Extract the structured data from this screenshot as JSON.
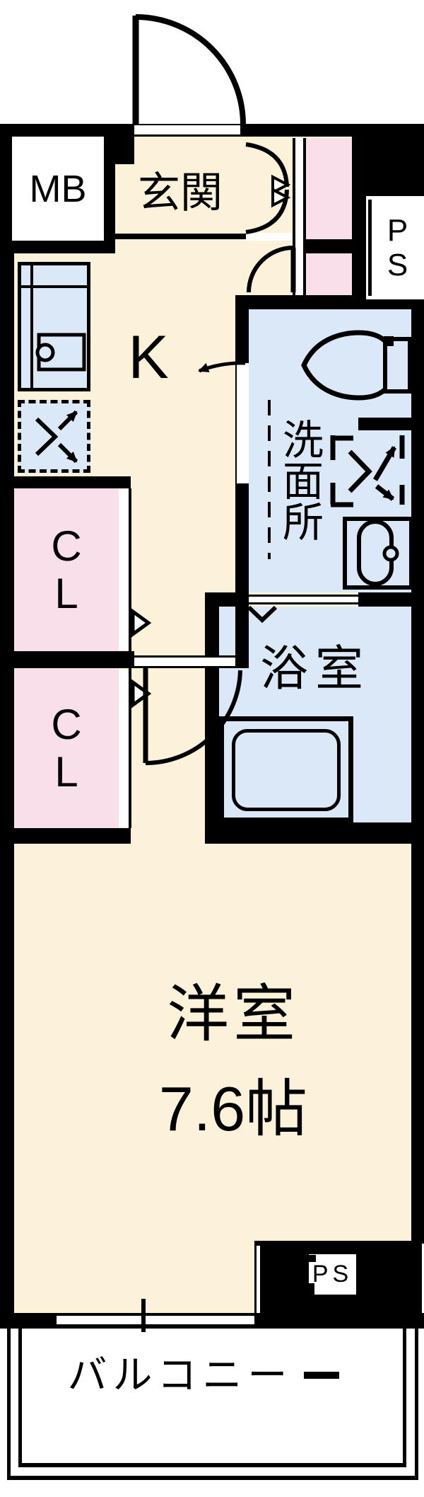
{
  "plan_type": "apartment-floorplan",
  "rooms": {
    "meter_box": {
      "label": "MB"
    },
    "entrance": {
      "label": "玄関"
    },
    "pipe_space_top": {
      "label": "PS"
    },
    "kitchen": {
      "label": "K"
    },
    "washroom": {
      "label": "洗面所"
    },
    "closet_upper": {
      "label": "CL"
    },
    "closet_lower": {
      "label": "CL"
    },
    "bathroom": {
      "label": "浴室"
    },
    "western_room": {
      "label": "洋室",
      "size": "7.6帖"
    },
    "pipe_space_bottom": {
      "label": "PS"
    },
    "balcony": {
      "label": "バルコニー"
    }
  },
  "colors": {
    "wall": "#000000",
    "room_cream": "#fcf2da",
    "wet_area_blue": "#dbe8f7",
    "closet_pink": "#f9dfe9",
    "paper_white": "#ffffff"
  },
  "icons": {
    "entrance_door": "entrance-door-swing",
    "toilet": "toilet-icon",
    "washbasin": "washbasin-icon",
    "bathtub": "bathtub-icon",
    "kitchen_counter": "kitchen-counter-icon",
    "refrigerator_space": "refrigerator-space-icon",
    "washer_space": "washing-machine-space-icon",
    "window": "window-opening"
  }
}
